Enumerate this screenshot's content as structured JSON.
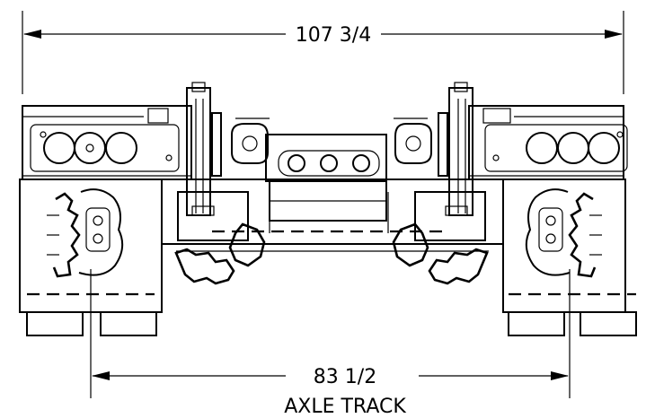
{
  "dimensions": {
    "overall_width": "107 3/4",
    "axle_track_value": "83 1/2",
    "axle_track_label": "AXLE TRACK"
  },
  "colors": {
    "line": "#000000",
    "background": "#ffffff"
  }
}
